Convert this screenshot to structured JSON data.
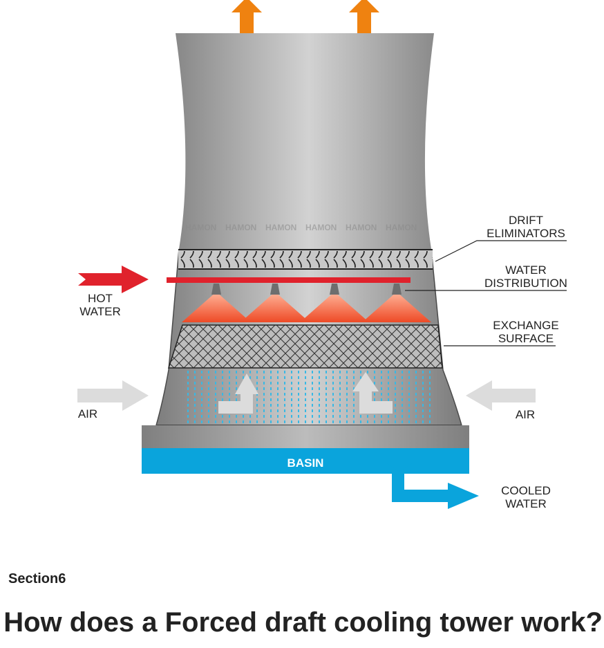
{
  "diagram": {
    "watermark": "HAMON",
    "labels": {
      "drift_1": "DRIFT",
      "drift_2": "ELIMINATORS",
      "water_dist_1": "WATER",
      "water_dist_2": "DISTRIBUTION",
      "exchange_1": "EXCHANGE",
      "exchange_2": "SURFACE",
      "hot_water_1": "HOT",
      "hot_water_2": "WATER",
      "air_left": "AIR",
      "air_right": "AIR",
      "basin": "BASIN",
      "cooled_1": "COOLED",
      "cooled_2": "WATER"
    },
    "colors": {
      "hot": "#e0222c",
      "exhaust": "#ef8210",
      "water": "#0aa4dc",
      "air": "#dcdcdc",
      "tower": "#9a9a9a"
    }
  },
  "section": {
    "label": "Section6"
  },
  "heading": {
    "title": "How does a Forced draft cooling tower work?"
  }
}
